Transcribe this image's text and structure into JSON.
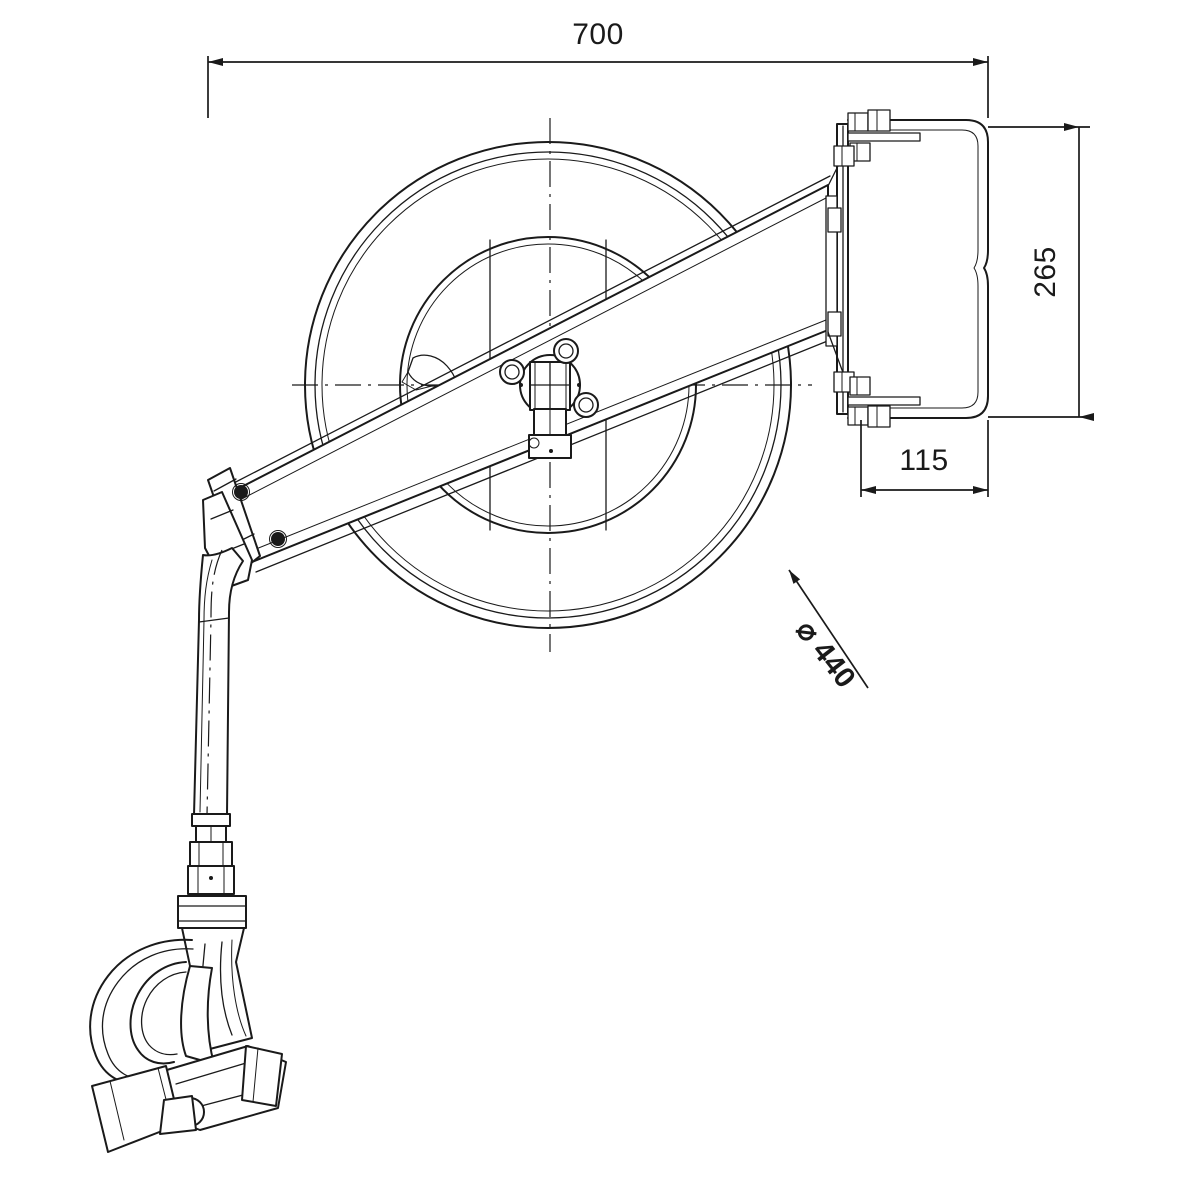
{
  "drawing": {
    "title": "Hose reel technical drawing",
    "type": "engineering-dimension-drawing",
    "view": "side elevation",
    "background_color": "#ffffff",
    "line_color": "#1a1a1a",
    "units": "mm"
  },
  "dimensions": {
    "overall_width": {
      "value": "700",
      "label": "700",
      "orientation": "horizontal",
      "position": "top"
    },
    "overall_height": {
      "value": "265",
      "label": "265",
      "orientation": "vertical-rotated",
      "position": "right"
    },
    "bracket_depth": {
      "value": "115",
      "label": "115",
      "orientation": "horizontal",
      "position": "right-lower"
    },
    "drum_diameter": {
      "value": "440",
      "label": "440",
      "symbol": "⌀",
      "full_label": "⌀ 440",
      "orientation": "diagonal",
      "position": "lower-right-leader"
    }
  },
  "components": {
    "reel_drum": "hose-reel-drum",
    "swing_arm": "swing-arm",
    "wall_bracket": "wall-mount-bracket",
    "hub": "center-hub-swivel",
    "hose": "flexible-hose",
    "couplings": "hose-couplings",
    "spray_gun": "spray-gun-nozzle"
  }
}
